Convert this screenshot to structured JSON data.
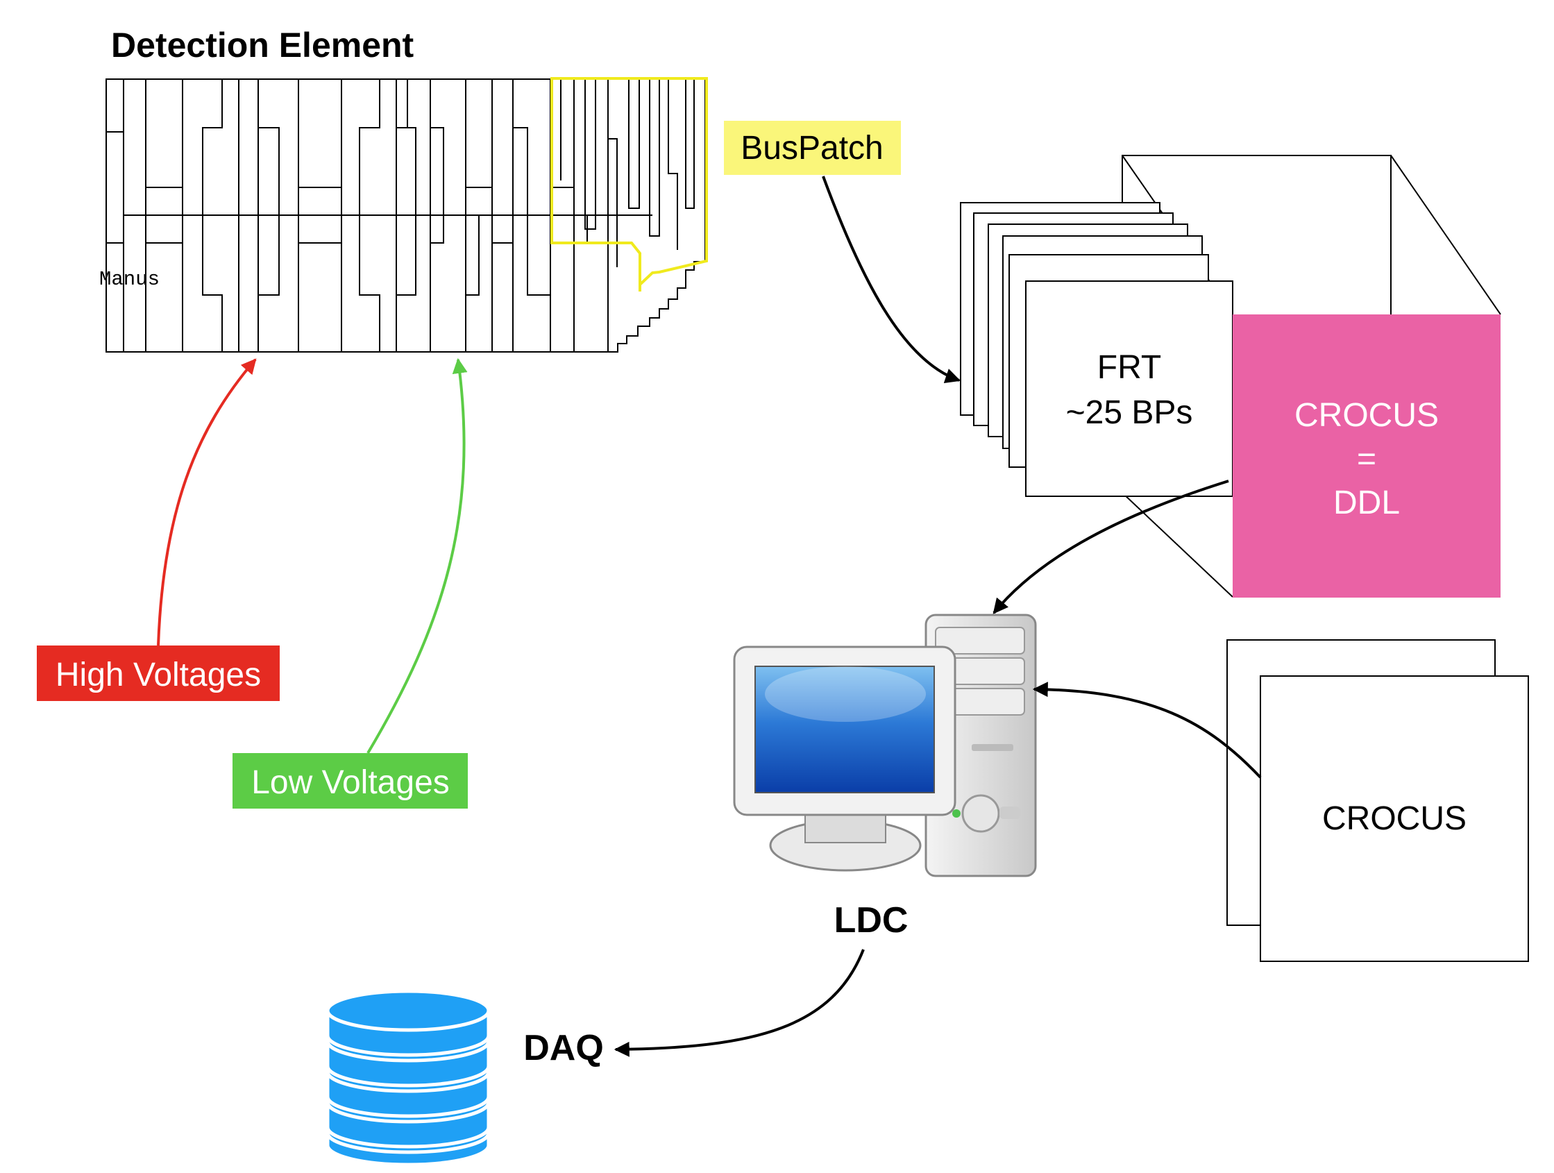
{
  "detection_element": {
    "title": "Detection Element",
    "manus_label": "Manus"
  },
  "buspatch": {
    "label": "BusPatch"
  },
  "frt": {
    "line1": "FRT",
    "line2": "~25 BPs"
  },
  "crocus_ddl": {
    "line1": "CROCUS",
    "line2": "=",
    "line3": "DDL"
  },
  "crocus": {
    "label": "CROCUS"
  },
  "ldc": {
    "label": "LDC"
  },
  "daq": {
    "label": "DAQ"
  },
  "voltages": {
    "high": "High Voltages",
    "low": "Low Voltages"
  },
  "colors": {
    "buspatch_bg": "#faf67a",
    "crocus_ddl_bg": "#ea62a5",
    "high_voltage": "#e52b22",
    "low_voltage": "#5ccc46",
    "database": "#1fa0f5",
    "highlight": "#f0ea1e"
  }
}
